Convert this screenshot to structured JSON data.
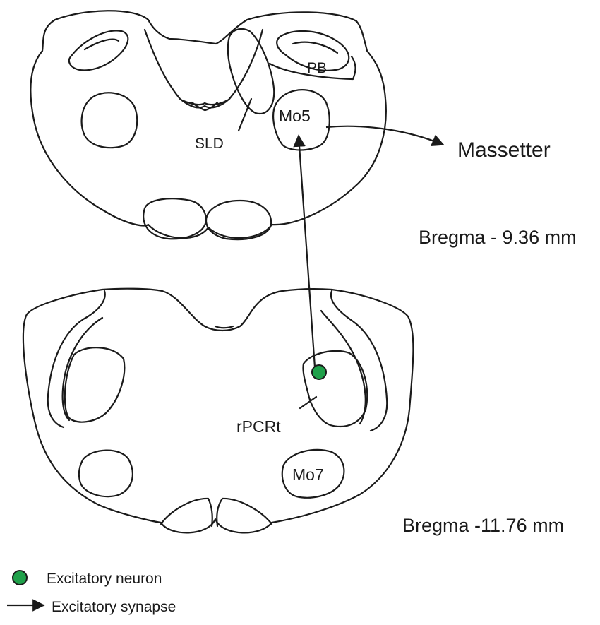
{
  "labels": {
    "pb": "PB",
    "mo5": "Mo5",
    "sld": "SLD",
    "massetter": "Massetter",
    "rpcrt": "rPCRt",
    "mo7": "Mo7"
  },
  "bregma": {
    "upper": "Bregma - 9.36 mm",
    "lower": "Bregma -11.76  mm"
  },
  "legend": {
    "excitatory_neuron": "Excitatory neuron",
    "excitatory_synapse": "Excitatory synapse"
  },
  "colors": {
    "neuron_fill": "#1fa04a",
    "line": "#1a1a1a"
  }
}
